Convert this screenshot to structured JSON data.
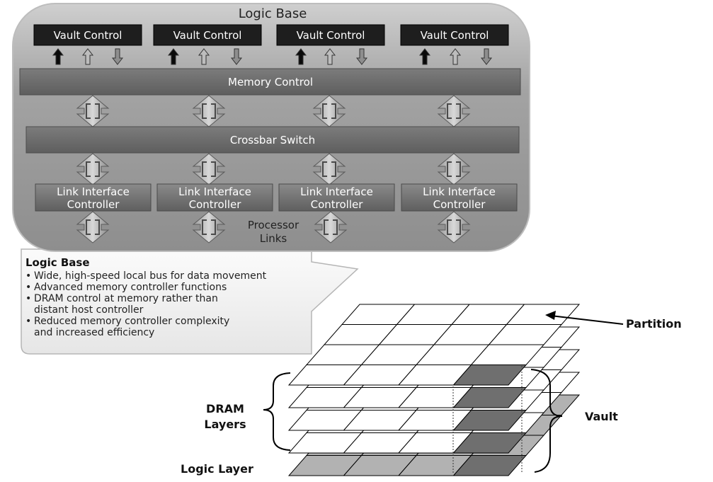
{
  "logic_base_panel": {
    "title": "Logic Base",
    "vault_controls": [
      "Vault Control",
      "Vault Control",
      "Vault Control",
      "Vault Control"
    ],
    "memory_control": "Memory Control",
    "crossbar_switch": "Crossbar Switch",
    "link_controllers": [
      {
        "line1": "Link Interface",
        "line2": "Controller"
      },
      {
        "line1": "Link Interface",
        "line2": "Controller"
      },
      {
        "line1": "Link Interface",
        "line2": "Controller"
      },
      {
        "line1": "Link Interface",
        "line2": "Controller"
      }
    ],
    "processor_links": {
      "line1": "Processor",
      "line2": "Links"
    }
  },
  "callout": {
    "heading": "Logic Base",
    "bullets": [
      {
        "lines": [
          "Wide, high-speed local bus for data movement"
        ]
      },
      {
        "lines": [
          "Advanced memory controller functions"
        ]
      },
      {
        "lines": [
          "DRAM control at memory rather than",
          "distant host controller"
        ]
      },
      {
        "lines": [
          "Reduced memory controller complexity",
          "and increased efficiency"
        ]
      }
    ]
  },
  "stack_labels": {
    "partition": "Partition",
    "dram_layers": {
      "line1": "DRAM",
      "line2": "Layers"
    },
    "vault": "Vault",
    "logic_layer": "Logic Layer"
  },
  "colors": {
    "panel_fill": "#9d9d9d",
    "bar_fill": "#6d6d6d",
    "vault_box": "#1e1e1e",
    "callout_fill": "#f3f3f3",
    "vault_column": "#6f6f6f",
    "logic_layer": "#b2b2b2"
  }
}
